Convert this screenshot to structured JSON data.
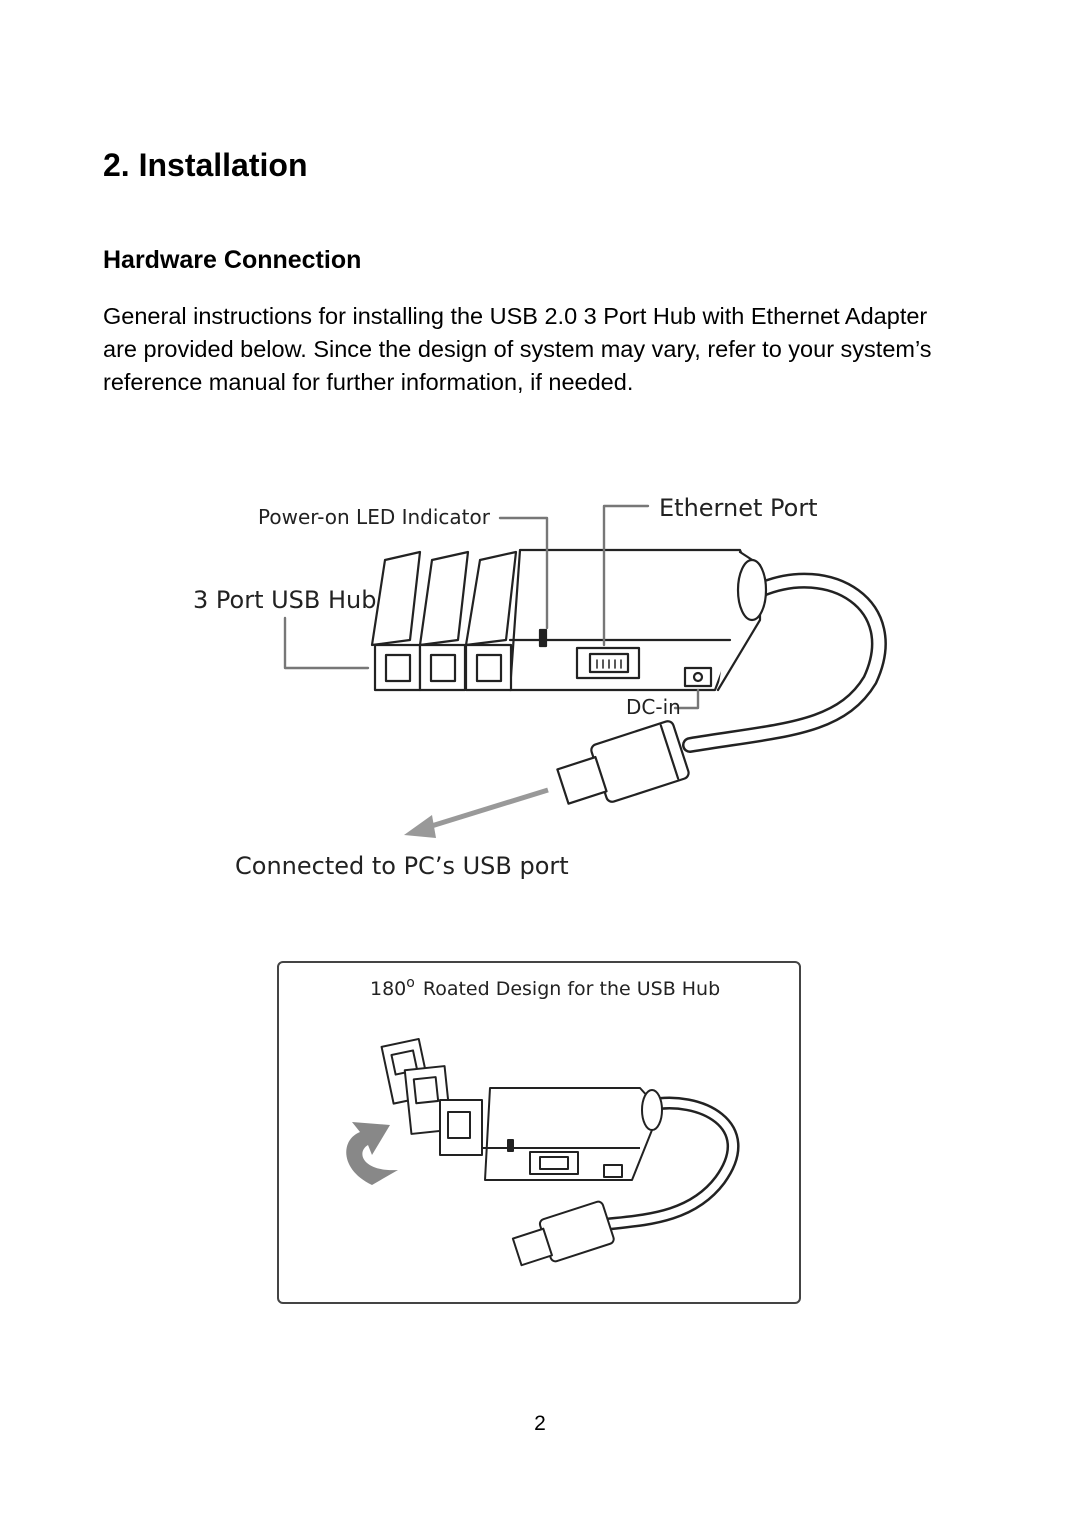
{
  "section": {
    "title": "2. Installation",
    "subtitle": "Hardware Connection",
    "intro": "General instructions for installing the USB 2.0 3 Port Hub with Ethernet Adapter are provided below. Since the design of system may vary, refer to your system’s reference manual for further information, if needed."
  },
  "figure_main": {
    "label_led": "Power-on LED Indicator",
    "label_ethernet": "Ethernet Port",
    "label_hub": "3 Port USB Hub",
    "label_dcin": "DC-in",
    "label_pc": "Connected to PC’s USB port"
  },
  "figure_rotate": {
    "caption_degree": "180",
    "caption_degree_symbol": "o",
    "caption_text": "Roated Design for the USB Hub"
  },
  "footer": {
    "page_number": "2"
  }
}
